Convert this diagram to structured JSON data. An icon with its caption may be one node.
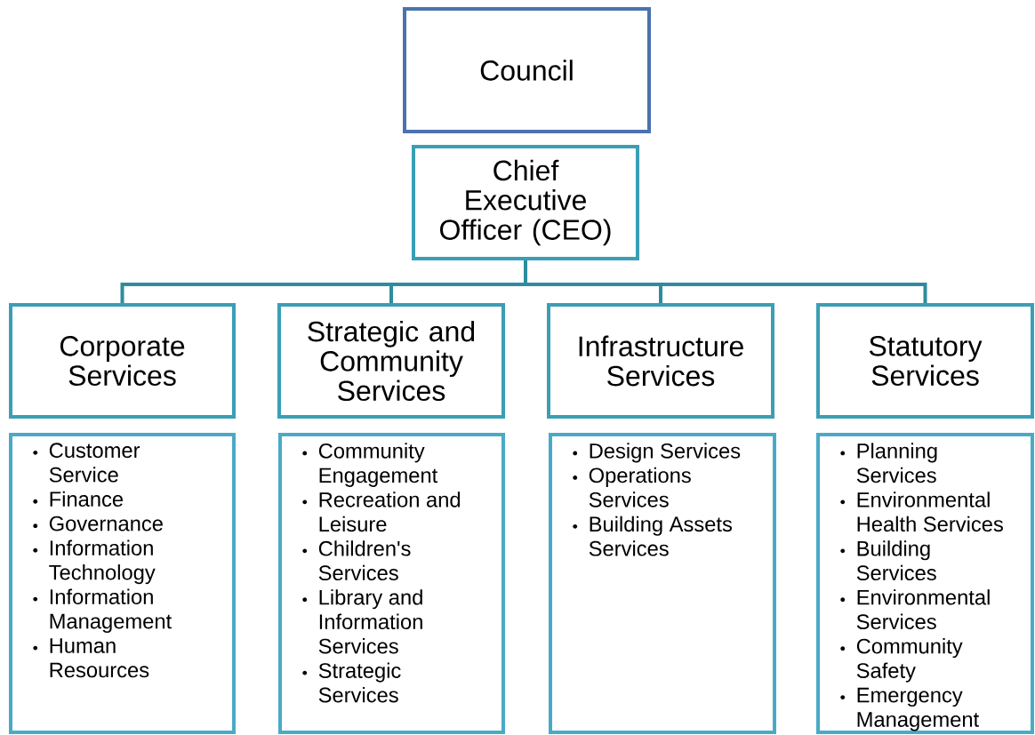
{
  "diagram": {
    "nodes": [
      {
        "text": [
          "Council"
        ]
      },
      {
        "text": [
          "Chief Executive Officer (CEO)"
        ]
      },
      {
        "text": [
          "Corporate Services"
        ]
      },
      {
        "text": [
          "Strategic and Community Services"
        ]
      },
      {
        "text": [
          "Infrastructure Services"
        ]
      },
      {
        "text": [
          "Statutory Services"
        ]
      },
      {
        "text": [
          "Customer Service",
          "Finance",
          "Governance",
          "Information Technology",
          "Information Management",
          "Human Resources"
        ]
      },
      {
        "text": [
          "Community Engagement",
          "Recreation and Leisure",
          "Children's Services",
          "Library and Information Services",
          "Strategic Services"
        ]
      },
      {
        "text": [
          "Design Services",
          "Operations Services",
          "Building Assets Services"
        ]
      },
      {
        "text": [
          "Planning Services",
          "Environmental Health Services",
          "Building Services",
          "Environmental Services",
          "Community Safety",
          "Emergency Management"
        ]
      }
    ],
    "edges": [
      {
        "from": 1,
        "to": 2,
        "arrow": "none"
      },
      {
        "from": 1,
        "to": 3,
        "arrow": "none"
      },
      {
        "from": 1,
        "to": 4,
        "arrow": "none"
      },
      {
        "from": 1,
        "to": 5,
        "arrow": "none"
      }
    ]
  }
}
